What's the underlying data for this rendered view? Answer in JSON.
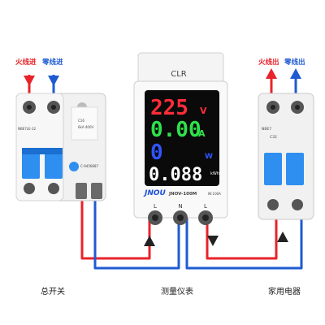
{
  "labels": {
    "left_live_in": "火线进",
    "left_neutral_in": "零线进",
    "right_live_out": "火线出",
    "right_neutral_out": "零线出",
    "main_switch": "总开关",
    "meter": "测量仪表",
    "appliance": "家用电器"
  },
  "meter": {
    "clr": "CLR",
    "voltage": "225",
    "voltage_unit": "V",
    "current": "0.00",
    "current_unit": "A",
    "power": "0",
    "power_unit": "W",
    "energy": "0.088",
    "energy_unit": "kWh",
    "brand": "JNOU",
    "model": "JNOV-100M",
    "rating": "IN:100A",
    "terminal_l_in": "L",
    "terminal_n": "N",
    "terminal_l_out": "L"
  },
  "left_breaker": {
    "label1": "NBE7LE-32",
    "label2": "C16",
    "label3": "6kA 400V",
    "code": "C-9456887"
  },
  "right_breaker": {
    "label1": "NBE7",
    "label2": "C32"
  },
  "colors": {
    "live": "#e8232a",
    "neutral": "#1f5bd0",
    "voltage_digits": "#ff2d3a",
    "current_digits": "#2ee14a",
    "power_digits": "#2f55ff",
    "energy_digits": "#ffffff",
    "breaker_blue": "#2f8ff0"
  },
  "icons": [
    "arrow-up-icon",
    "arrow-down-icon",
    "arrow-right-icon"
  ]
}
